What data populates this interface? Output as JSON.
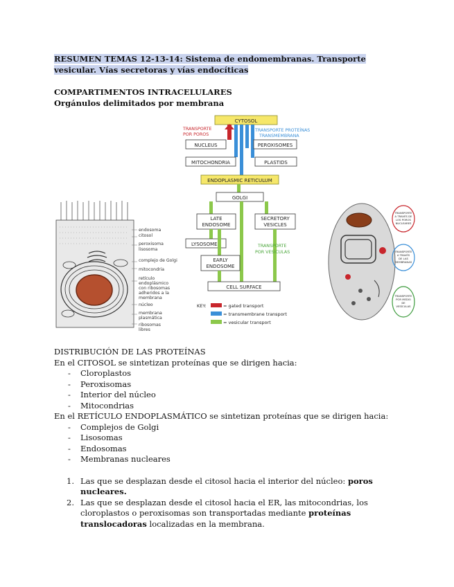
{
  "title": "RESUMEN TEMAS 12-13-14: Sistema de endomembranas. Transporte vesicular. Vías secretoras y vías endocíticas",
  "heading1": "COMPARTIMENTOS INTRACELULARES",
  "heading2": "Orgánulos delimitados por membrana",
  "diagram": {
    "cytosol": "CYTOSOL",
    "nucleus": "NUCLEUS",
    "peroxisomes": "PEROXISOMES",
    "mitochondria": "MITOCHONDRIA",
    "plastids": "PLASTIDS",
    "er": "ENDOPLASMIC RETICULUM",
    "golgi": "GOLGI",
    "late_endosome_1": "LATE",
    "late_endosome_2": "ENDOSOME",
    "secretory_1": "SECRETORY",
    "secretory_2": "VESICLES",
    "lysosomes": "LYSOSOMES",
    "early_endosome_1": "EARLY",
    "early_endosome_2": "ENDOSOME",
    "cell_surface": "CELL SURFACE",
    "note_pores_1": "TRANSPORTE",
    "note_pores_2": "POR POROS",
    "note_proteins_1": "TRANSPORTE PROTEÍNAS",
    "note_proteins_2": "TRANSMEMBRANA",
    "note_vesicles_1": "TRANSPORTE",
    "note_vesicles_2": "POR VESÍCULAS",
    "key": "KEY:",
    "key_gated": "= gated transport",
    "key_transmembrane": "= transmembrane transport",
    "key_vesicular": "= vesicular transport"
  },
  "cell_labels": [
    "endosoma",
    "citosol",
    "peroxisoma",
    "lisosoma",
    "complejo de Golgi",
    "mitocondria",
    "retículo",
    "endoplásmico",
    "con ribosomas",
    "adheridos a la",
    "membrana",
    "núcleo",
    "membrana",
    "plasmática",
    "ribosomas",
    "libres"
  ],
  "right_labels": {
    "a_1": "TRANSPORTE",
    "a_2": "A TRAVÉS DE",
    "a_3": "LOS POROS",
    "a_4": "NUCLEARES",
    "b_1": "TRANSPORTE",
    "b_2": "A TRAVÉS",
    "b_3": "DE LAS",
    "b_4": "MEMBRANAS",
    "c_1": "TRANSPORTE",
    "c_2": "POR MEDIO",
    "c_3": "DE",
    "c_4": "VESÍCULAS"
  },
  "section": {
    "heading": "DISTRIBUCIÓN DE LAS PROTEÍNAS",
    "cytosol_intro": "En el CITOSOL se sintetizan proteínas que se dirigen hacia:",
    "cytosol_items": [
      "Cloroplastos",
      "Peroxisomas",
      "Interior del núcleo",
      "Mitocondrias"
    ],
    "er_intro": "En el RETÍCULO ENDOPLASMÁTICO se sintetizan proteínas que se dirigen hacia:",
    "er_items": [
      "Complejos de Golgi",
      "Lisosomas",
      "Endosomas",
      "Membranas nucleares"
    ],
    "point1_num": "1.",
    "point1_text": "Las que se desplazan desde el citosol hacia el interior del núcleo: ",
    "point1_bold": "poros nucleares.",
    "point2_num": "2.",
    "point2_text_a": "Las que se desplazan desde el citosol hacia el ER, las mitocondrias, los cloroplastos o peroxisomas son transportadas mediante ",
    "point2_bold": "proteínas translocadoras",
    "point2_text_b": " localizadas en la membrana."
  },
  "colors": {
    "title_highlight": "#c9d3ee",
    "gated": "#c8262c",
    "transmembrane": "#3a8fd8",
    "vesicular": "#8cc84b",
    "cytosol_box": "#f6e76a"
  }
}
